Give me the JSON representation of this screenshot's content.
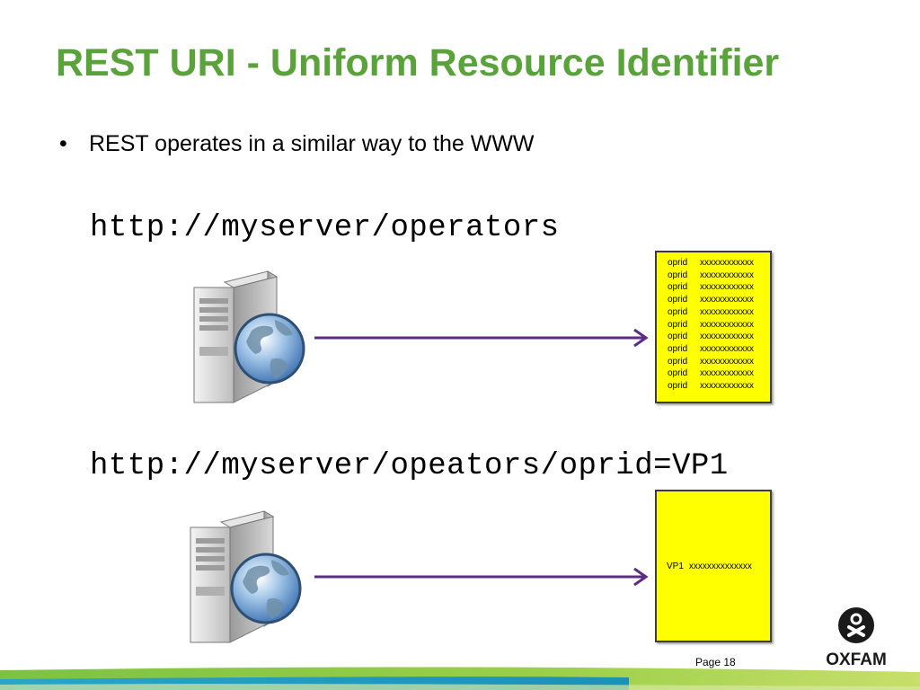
{
  "slide": {
    "title": "REST URI - Uniform Resource Identifier",
    "bullet": "REST operates in a similar way to the WWW",
    "bullet_symbol": "•",
    "page_label": "Page 18"
  },
  "example1": {
    "url": "http://myserver/operators",
    "rows": [
      {
        "key": "oprid",
        "value": "xxxxxxxxxxxx"
      },
      {
        "key": "oprid",
        "value": "xxxxxxxxxxxx"
      },
      {
        "key": "oprid",
        "value": "xxxxxxxxxxxx"
      },
      {
        "key": "oprid",
        "value": "xxxxxxxxxxxx"
      },
      {
        "key": "oprid",
        "value": "xxxxxxxxxxxx"
      },
      {
        "key": "oprid",
        "value": "xxxxxxxxxxxx"
      },
      {
        "key": "oprid",
        "value": "xxxxxxxxxxxx"
      },
      {
        "key": "oprid",
        "value": "xxxxxxxxxxxx"
      },
      {
        "key": "oprid",
        "value": "xxxxxxxxxxxx"
      },
      {
        "key": "oprid",
        "value": "xxxxxxxxxxxx"
      },
      {
        "key": "oprid",
        "value": "xxxxxxxxxxxx"
      }
    ]
  },
  "example2": {
    "url": "http://myserver/opeators/oprid=VP1",
    "row": {
      "key": "VP1",
      "value": "xxxxxxxxxxxxxx"
    }
  },
  "logo": {
    "text": "OXFAM"
  },
  "icons": {
    "server": "web-server-globe-icon",
    "arrow": "right-arrow-icon",
    "logo": "oxfam-logo-icon"
  },
  "colors": {
    "title": "#5aa33b",
    "arrow": "#5b2d82",
    "document": "#ffff00",
    "footer_green": "#7cc242",
    "footer_blue": "#1fa2d8"
  }
}
